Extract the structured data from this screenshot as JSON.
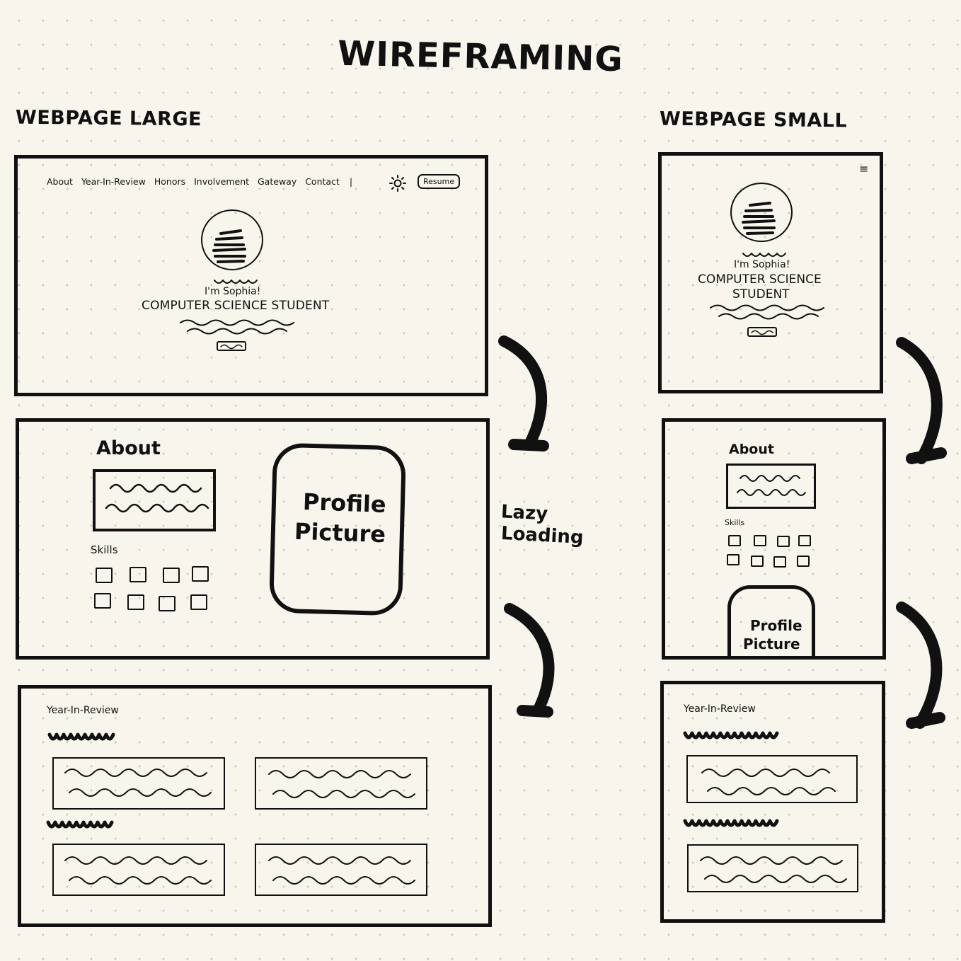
{
  "title": "WIREFRAMING",
  "large": {
    "heading": "WEBPAGE LARGE",
    "nav": [
      "About",
      "Year-In-Review",
      "Honors",
      "Involvement",
      "Gateway",
      "Contact"
    ],
    "nav_divider": "|",
    "resume": "Resume",
    "intro": "I'm Sophia!",
    "role": "COMPUTER SCIENCE STUDENT",
    "about_title": "About",
    "skills_label": "Skills",
    "profile_picture": [
      "Profile",
      "Picture"
    ],
    "year_title": "Year-In-Review"
  },
  "small": {
    "heading": "WEBPAGE SMALL",
    "menu_icon": "≡",
    "intro": "I'm Sophia!",
    "role_line1": "COMPUTER SCIENCE",
    "role_line2": "STUDENT",
    "about_title": "About",
    "skills_label": "Skills",
    "profile_picture": [
      "Profile",
      "Picture"
    ],
    "year_title": "Year-In-Review"
  },
  "annotation": [
    "Lazy",
    "Loading"
  ]
}
